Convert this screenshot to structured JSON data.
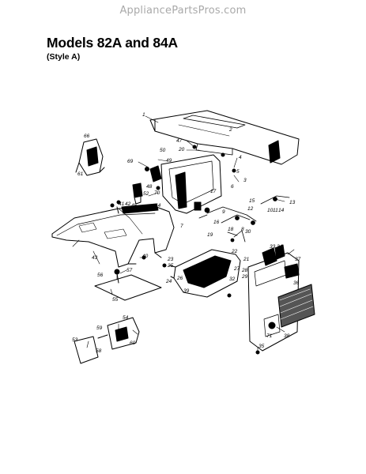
{
  "watermark": "AppliancePartsPros.com",
  "title": "Models 82A and 84A",
  "subtitle": "(Style A)",
  "callouts": {
    "n1": "1",
    "n2": "2",
    "n3": "3",
    "n4": "4",
    "n5": "5",
    "n6": "6",
    "n7": "7",
    "n8": "8",
    "n9": "9",
    "n10": "10",
    "n11": "11",
    "n12": "12",
    "n13": "13",
    "n14": "14",
    "n15": "15",
    "n16": "16",
    "n17": "17",
    "n18": "18",
    "n19": "19",
    "n20": "20",
    "n21": "21",
    "n22": "22",
    "n23": "23",
    "n24": "24",
    "n25": "25",
    "n26": "26",
    "n27": "27",
    "n28": "28",
    "n29": "29",
    "n30": "30",
    "n32": "32",
    "n33": "33",
    "n34": "34",
    "n35": "35",
    "n36": "36",
    "n37": "37",
    "n38": "38",
    "n39": "39",
    "n40": "40",
    "n41": "41",
    "n42": "42",
    "n43": "43",
    "n44": "44",
    "n45": "45",
    "n46": "46",
    "n47": "47",
    "n48": "48",
    "n49": "49",
    "n50": "50",
    "n52": "52",
    "n53": "53",
    "n54": "54",
    "n55": "55",
    "n56": "56",
    "n57": "57",
    "n58": "58",
    "n59": "59",
    "n60": "60",
    "n61": "61",
    "n66": "66",
    "n69": "69",
    "n70": "70",
    "n71": "71"
  }
}
